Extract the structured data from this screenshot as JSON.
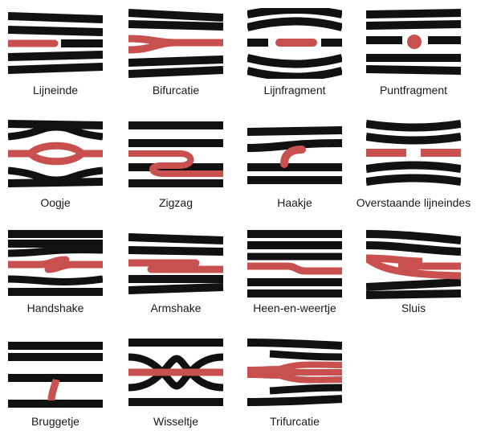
{
  "colors": {
    "ridge": "#111111",
    "feature": "#c8504f",
    "background": "#ffffff"
  },
  "figures": [
    {
      "id": "lijneinde",
      "label": "Lijneinde"
    },
    {
      "id": "bifurcatie",
      "label": "Bifurcatie"
    },
    {
      "id": "lijnfragment",
      "label": "Lijnfragment"
    },
    {
      "id": "puntfragment",
      "label": "Puntfragment"
    },
    {
      "id": "oogje",
      "label": "Oogje"
    },
    {
      "id": "zigzag",
      "label": "Zigzag"
    },
    {
      "id": "haakje",
      "label": "Haakje"
    },
    {
      "id": "overstaande-lijneindes",
      "label": "Overstaande lijneindes"
    },
    {
      "id": "handshake",
      "label": "Handshake"
    },
    {
      "id": "armshake",
      "label": "Armshake"
    },
    {
      "id": "heen-en-weertje",
      "label": "Heen-en-weertje"
    },
    {
      "id": "sluis",
      "label": "Sluis"
    },
    {
      "id": "bruggetje",
      "label": "Bruggetje"
    },
    {
      "id": "wisseltje",
      "label": "Wisseltje"
    },
    {
      "id": "trifurcatie",
      "label": "Trifurcatie"
    }
  ]
}
